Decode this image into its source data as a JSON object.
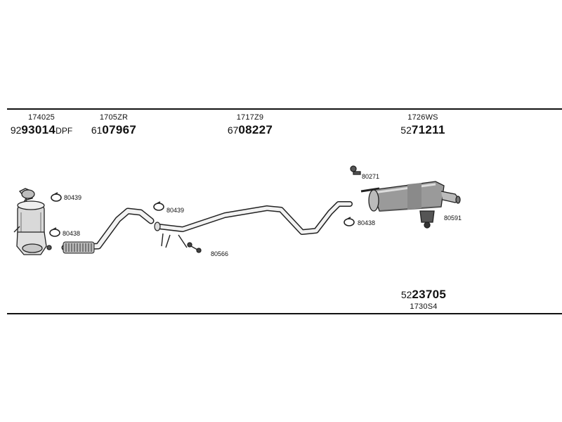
{
  "parts": [
    {
      "oe": "174025",
      "prefix": "92",
      "main": "93014",
      "suffix": "DPF"
    },
    {
      "oe": "1705ZR",
      "prefix": "61",
      "main": "07967",
      "suffix": ""
    },
    {
      "oe": "1717Z9",
      "prefix": "67",
      "main": "08227",
      "suffix": ""
    },
    {
      "oe": "1726WS",
      "prefix": "52",
      "main": "71211",
      "suffix": ""
    },
    {
      "oe": "1730S4",
      "prefix": "52",
      "main": "23705",
      "suffix": ""
    }
  ],
  "callouts": {
    "clamp_dpf_top": "80439",
    "clamp_dpf_bottom": "80438",
    "clamp_front": "80439",
    "hanger_mid": "80566",
    "bolt_rear": "80271",
    "clamp_rear": "80438",
    "rubber_mount": "80591"
  }
}
